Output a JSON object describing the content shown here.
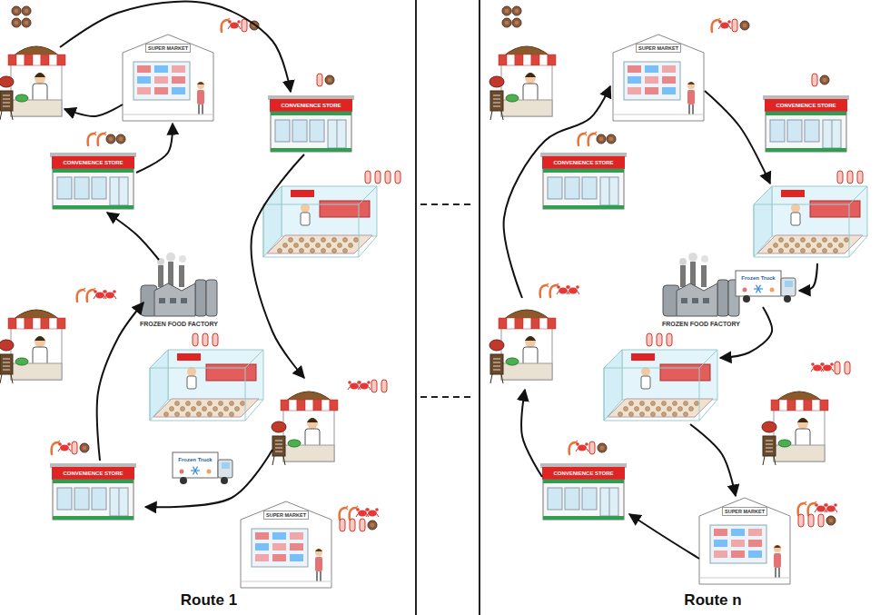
{
  "diagram": {
    "labels": [
      "SUPER MARKET",
      "CONVENIENCE STORE",
      "CONVENIENCE STORE",
      "FROZEN FOOD FACTORY",
      "Frozen Truck",
      "CONVENIENCE STORE",
      "SUPER MARKET",
      "Route 1",
      "SUPER MARKET",
      "CONVENIENCE STORE",
      "CONVENIENCE STORE",
      "FROZEN FOOD FACTORY",
      "Frozen Truck",
      "CONVENIENCE STORE",
      "SUPER MARKET",
      "Route n"
    ]
  }
}
